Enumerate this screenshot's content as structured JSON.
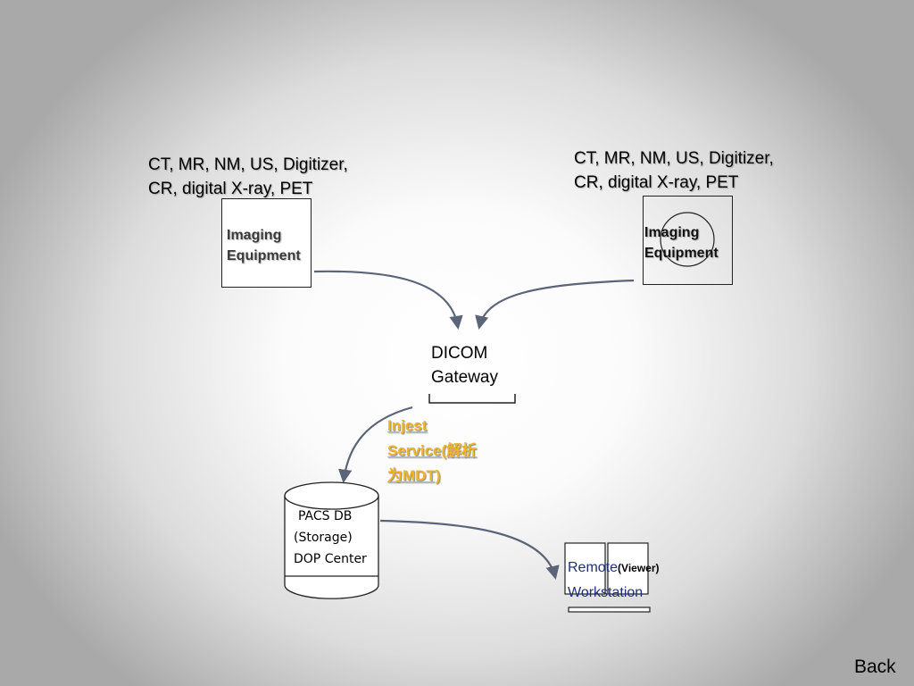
{
  "modalities_left": [
    "CT, MR, NM, US, Digitizer,",
    "CR, digital X-ray, PET"
  ],
  "modalities_right": [
    "CT, MR, NM, US, Digitizer,",
    "CR, digital X-ray, PET"
  ],
  "equipment_left": [
    "Imaging",
    "Equipment"
  ],
  "equipment_right": [
    "Imaging",
    "Equipment"
  ],
  "gateway": [
    "DICOM",
    "Gateway"
  ],
  "ingest": [
    "Injest",
    "Service(解析",
    "为MDT)"
  ],
  "pacs": [
    "PACS DB",
    "(Storage)",
    "DOP Center"
  ],
  "remote": {
    "line1": "Remote",
    "viewer": "(Viewer)",
    "line2": "Workstation"
  },
  "back_label": "Back",
  "colors": {
    "arrow": "#5b6478",
    "ingest_text": "#f0b429",
    "remote_text": "#1f2f7a"
  }
}
